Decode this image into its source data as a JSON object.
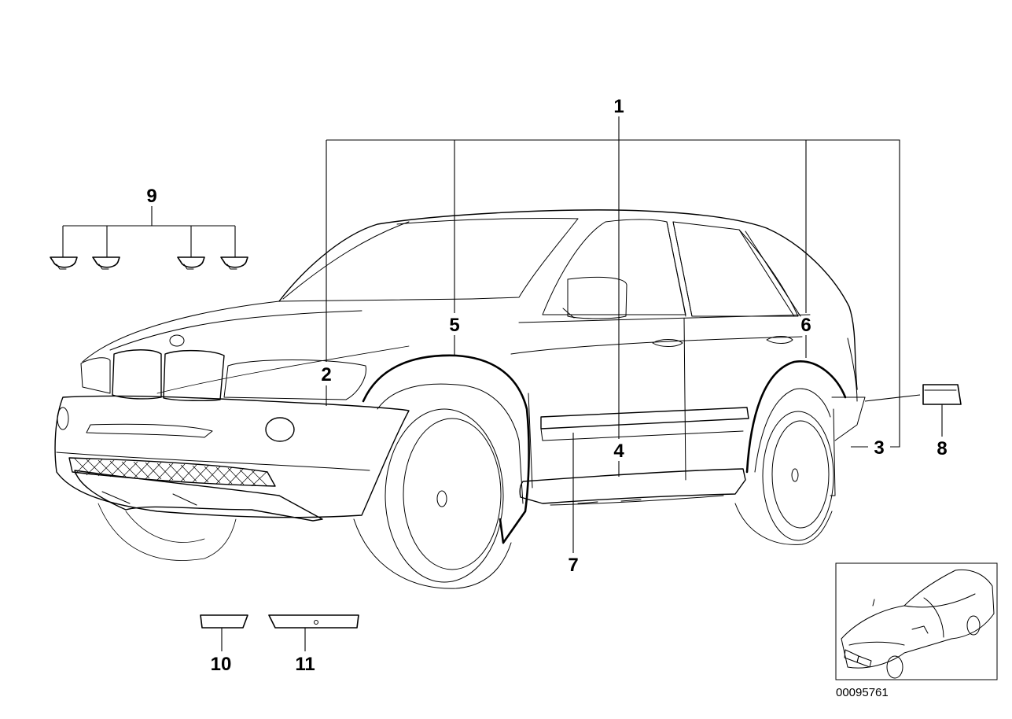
{
  "callouts": [
    {
      "id": "c1",
      "label": "1"
    },
    {
      "id": "c2",
      "label": "2"
    },
    {
      "id": "c3",
      "label": "3"
    },
    {
      "id": "c4",
      "label": "4"
    },
    {
      "id": "c5",
      "label": "5"
    },
    {
      "id": "c6",
      "label": "6"
    },
    {
      "id": "c7",
      "label": "7"
    },
    {
      "id": "c8",
      "label": "8"
    },
    {
      "id": "c9",
      "label": "9"
    },
    {
      "id": "c10",
      "label": "10"
    },
    {
      "id": "c11",
      "label": "11"
    }
  ],
  "diagram_id": "00095761"
}
